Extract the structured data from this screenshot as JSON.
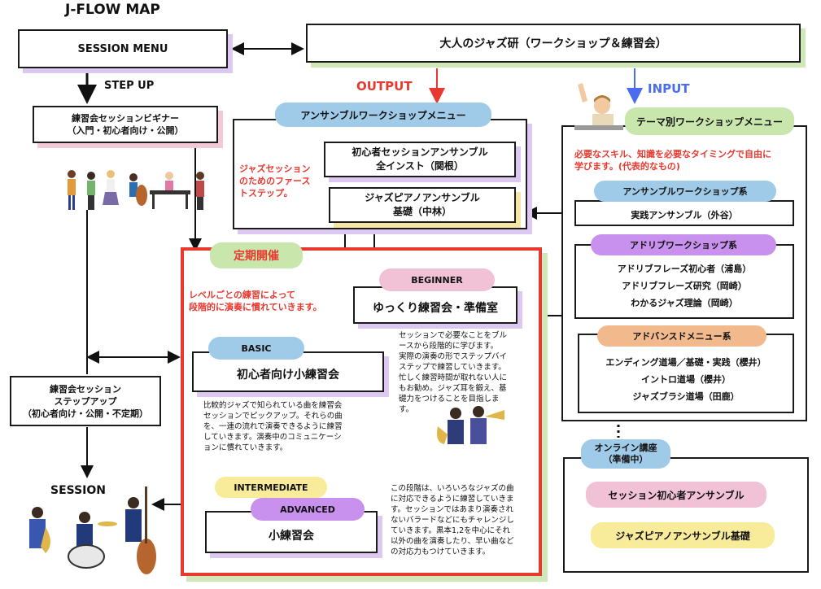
{
  "title": "J-FLOW MAP",
  "session_menu": "SESSION MENU",
  "step_up": "STEP UP",
  "session": "SESSION",
  "main_header": "大人のジャズ研（ワークショップ＆練習会）",
  "output": "OUTPUT",
  "input": "INPUT",
  "beginner_session": [
    "練習会セッションビギナー",
    "（入門・初心者向け・公開）"
  ],
  "step_up_session": [
    "練習会セッション",
    "ステップアップ",
    "（初心者向け・公開・不定期）"
  ],
  "ensemble_menu": {
    "title": "アンサンブルワークショップメニュー",
    "note": [
      "ジャズセッション",
      "のためのファース",
      "トステップ。"
    ],
    "item1": [
      "初心者セッションアンサンブル",
      "全インスト（関根）"
    ],
    "item2": [
      "ジャズピアノアンサンブル",
      "基礎（中林）"
    ]
  },
  "theme_menu": {
    "title": "テーマ別ワークショップメニュー",
    "note": [
      "必要なスキル、知識を必要なタイミングで自由に",
      "学びます。(代表的なもの)"
    ],
    "ensemble_group": "アンサンブルワークショップ系",
    "ensemble_item": "実践アンサンブル（外谷）",
    "adlib_group": "アドリブワークショップ系",
    "adlib_items": [
      "アドリブフレーズ初心者（浦島）",
      "アドリブフレーズ研究（岡崎）",
      "わかるジャズ理論（岡崎）"
    ],
    "advanced_group": "アドバンスドメニュー系",
    "advanced_items": [
      "エンディング道場／基礎・実践（櫻井）",
      "イントロ道場（櫻井）",
      "ジャズブラシ道場（田鹿）"
    ]
  },
  "regular": {
    "label": "定期開催",
    "note": [
      "レベルごとの練習によって",
      "段階的に演奏に慣れていきます。"
    ],
    "beginner_tag": "BEGINNER",
    "beginner_title": "ゆっくり練習会・準備室",
    "beginner_desc": [
      "セッションで必要なことをブル",
      "ースから段階的に学びます。",
      "実際の演奏の形でステップバイ",
      "ステップで練習していきます。",
      "忙しく練習時間が取れない人に",
      "もお勧め。ジャズ耳を鍛え、基",
      "礎力をつけることを目指しま",
      "す。"
    ],
    "basic_tag": "BASIC",
    "basic_title": "初心者向け小練習会",
    "basic_desc": [
      "比較的ジャズで知られている曲を練習会",
      "セッションでピックアップ。それらの曲",
      "を、一連の流れで演奏できるように練習",
      "していきます。演奏中のコミュニケーシ",
      "ョンに慣れていきます。"
    ],
    "intermediate_tag": "INTERMEDIATE",
    "advanced_tag": "ADVANCED",
    "small_title": "小練習会",
    "small_desc": [
      "この段階は、いろいろなジャズの曲",
      "に対応できるように練習していきま",
      "す。セッションではあまり演奏され",
      "ないバラードなどにもチャレンジし",
      "ていきます。黒本1,2を中心にそれ",
      "以外の曲を演奏したり、早い曲など",
      "の対応力もつけていきます。"
    ]
  },
  "online": {
    "title": [
      "オンライン講座",
      "（準備中）"
    ],
    "item1": "セッション初心者アンサンブル",
    "item2": "ジャズピアノアンサンブル基礎"
  },
  "colors": {
    "accent_red": "#e8392f",
    "accent_blue": "#4a6cf0",
    "pill_blue": "#9fcbe8",
    "pill_green": "#c9e6ad",
    "pill_purple": "#c891ee",
    "pill_orange": "#f2ba8c",
    "pill_pink": "#f1c2d6",
    "pill_yellow": "#f8eb9a"
  }
}
